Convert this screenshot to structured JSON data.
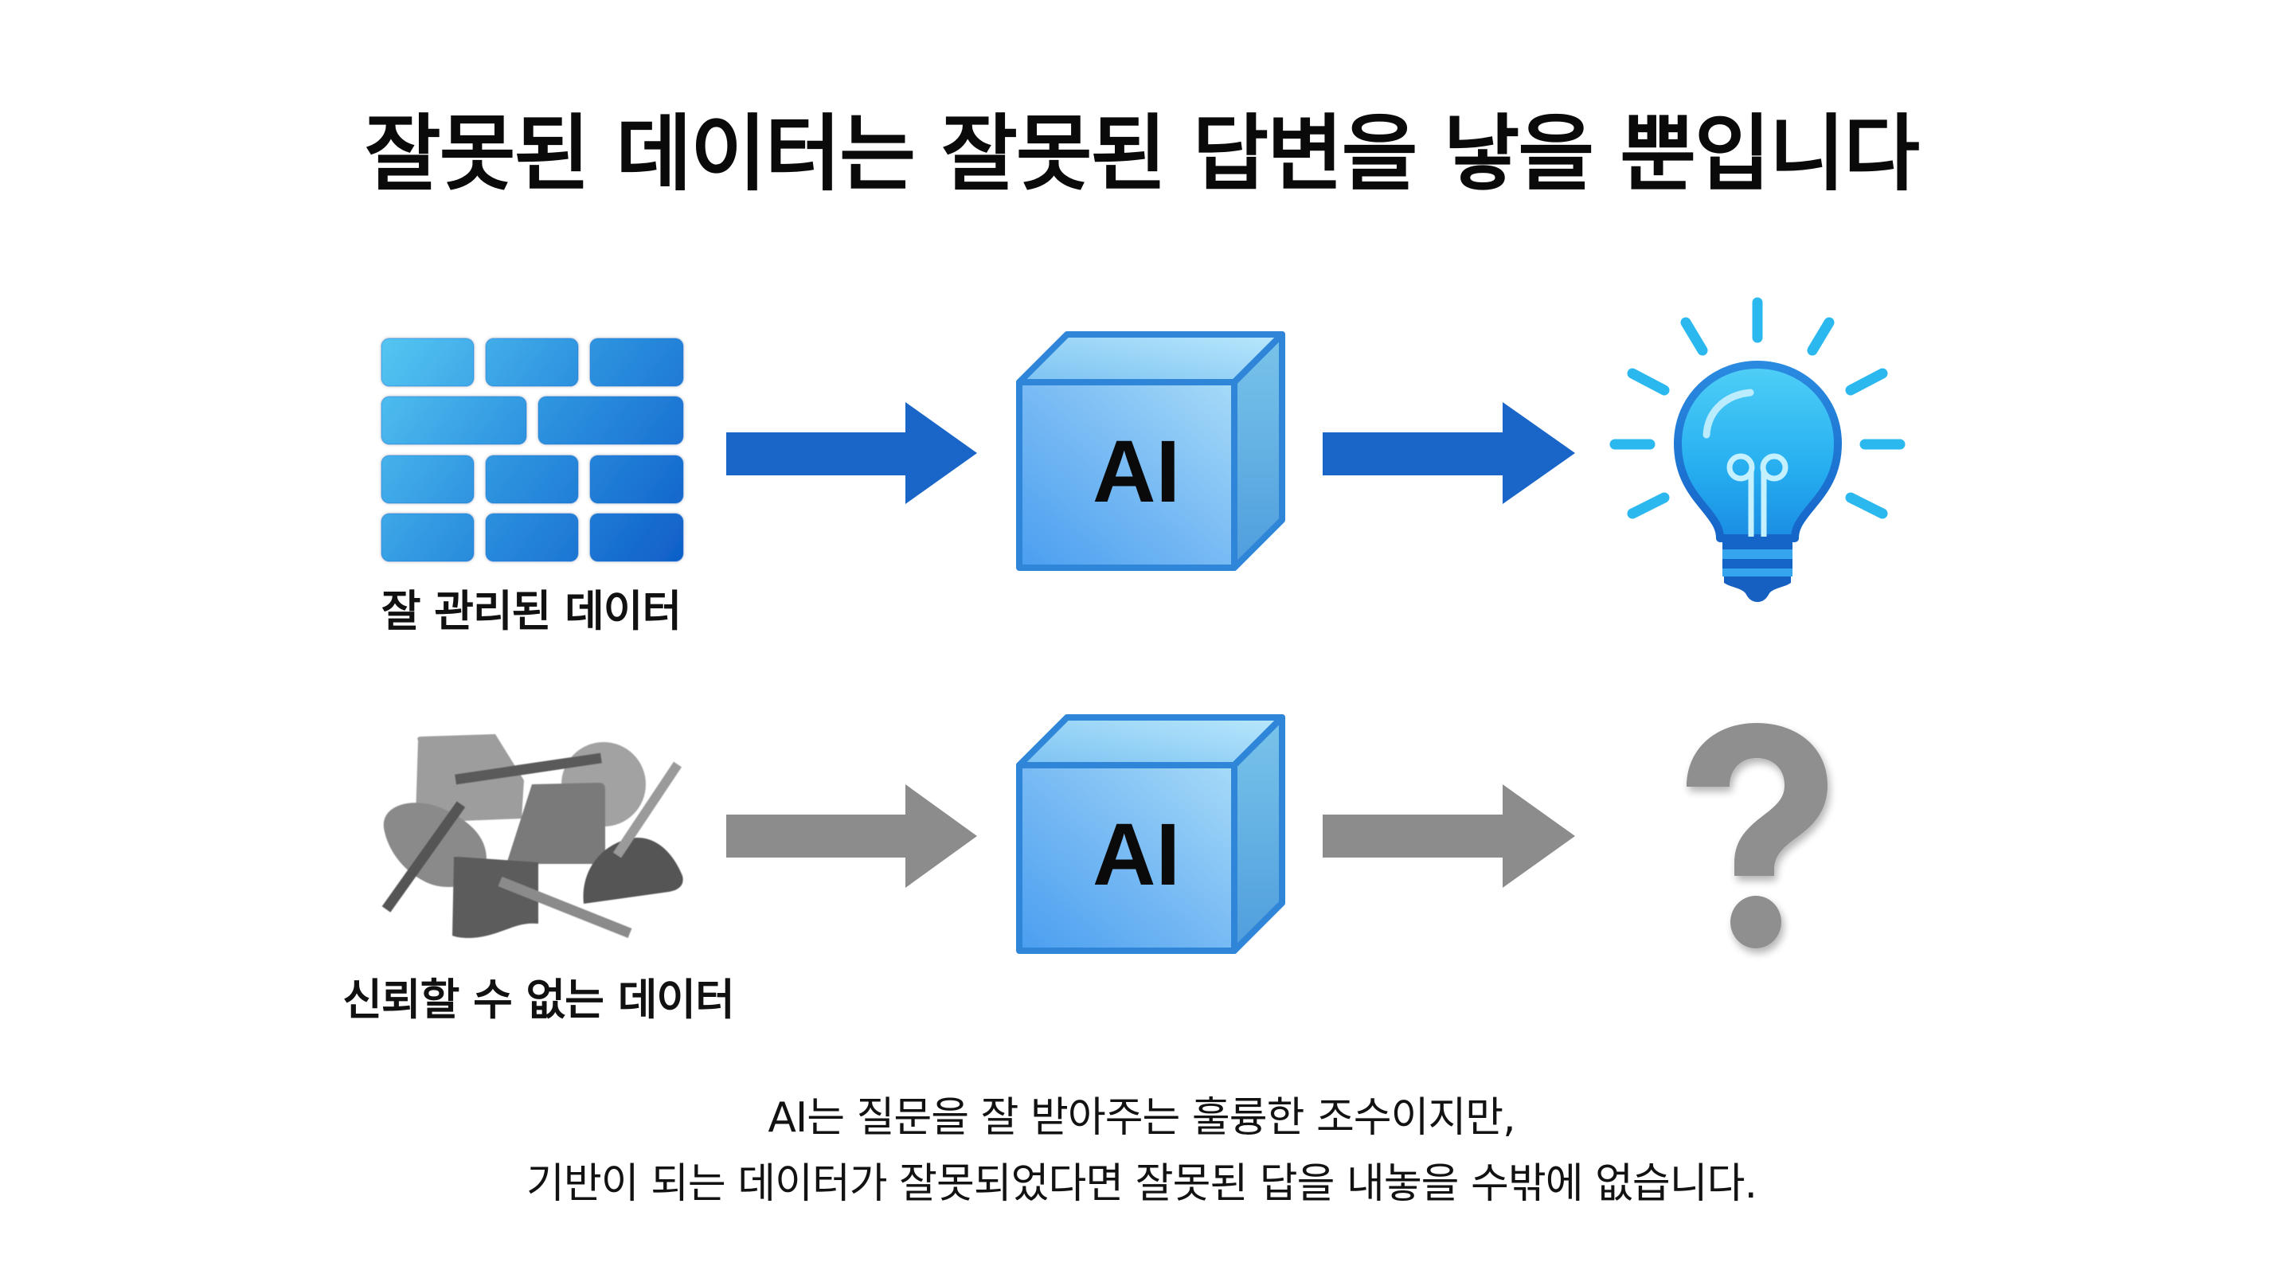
{
  "title": "잘못된 데이터는 잘못된 답변을 낳을 뿐입니다",
  "flows": [
    {
      "id": "good",
      "input": {
        "icon": "organized-brick-grid-icon",
        "label": "잘 관리된 데이터",
        "tone": "blue"
      },
      "processor": {
        "icon": "ai-cube-icon",
        "label": "AI"
      },
      "output": {
        "icon": "lightbulb-idea-icon",
        "meaning": "good answer"
      },
      "arrow_color": "#1a66c8"
    },
    {
      "id": "bad",
      "input": {
        "icon": "chaotic-shapes-icon",
        "label": "신뢰할 수 없는 데이터",
        "tone": "gray"
      },
      "processor": {
        "icon": "ai-cube-icon",
        "label": "AI"
      },
      "output": {
        "icon": "question-mark-icon",
        "meaning": "uncertain answer"
      },
      "arrow_color": "#8c8c8c"
    }
  ],
  "caption": {
    "line1": "AI는 질문을 잘 받아주는 훌륭한 조수이지만,",
    "line2": "기반이 되는 데이터가 잘못되었다면 잘못된 답을 내놓을 수밖에 없습니다."
  },
  "colors": {
    "background": "#ffffff",
    "text": "#0d0d0d",
    "accent_blue": "#1a66c8",
    "light_blue": "#29b6f0",
    "cube_edge": "#2f86d8",
    "neutral_gray": "#8c8c8c"
  }
}
